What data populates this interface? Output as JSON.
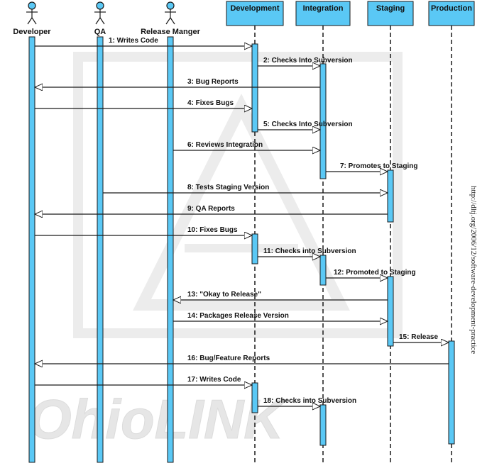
{
  "actors": [
    {
      "id": "developer",
      "label": "Developer"
    },
    {
      "id": "qa",
      "label": "QA"
    },
    {
      "id": "release_manager",
      "label": "Release Manger"
    }
  ],
  "environments": [
    {
      "id": "development",
      "label": "Development"
    },
    {
      "id": "integration",
      "label": "Integration"
    },
    {
      "id": "staging",
      "label": "Staging"
    },
    {
      "id": "production",
      "label": "Production"
    }
  ],
  "messages": [
    {
      "label": "1: Writes Code",
      "from": "developer",
      "to": "development"
    },
    {
      "label": "2: Checks Into Subversion",
      "from": "development",
      "to": "integration"
    },
    {
      "label": "3: Bug Reports",
      "from": "integration",
      "to": "developer"
    },
    {
      "label": "4: Fixes Bugs",
      "from": "developer",
      "to": "development"
    },
    {
      "label": "5: Checks Into Subversion",
      "from": "development",
      "to": "integration"
    },
    {
      "label": "6: Reviews Integration",
      "from": "release_manager",
      "to": "integration"
    },
    {
      "label": "7: Promotes to Staging",
      "from": "integration",
      "to": "staging"
    },
    {
      "label": "8: Tests Staging Version",
      "from": "qa",
      "to": "staging"
    },
    {
      "label": "9: QA Reports",
      "from": "staging",
      "to": "developer"
    },
    {
      "label": "10: Fixes Bugs",
      "from": "developer",
      "to": "development"
    },
    {
      "label": "11: Checks into Subversion",
      "from": "development",
      "to": "integration"
    },
    {
      "label": "12: Promoted to Staging",
      "from": "integration",
      "to": "staging"
    },
    {
      "label": "13: \"Okay to Release\"",
      "from": "staging",
      "to": "release_manager"
    },
    {
      "label": "14: Packages Release Version",
      "from": "release_manager",
      "to": "staging"
    },
    {
      "label": "15: Release",
      "from": "staging",
      "to": "production"
    },
    {
      "label": "16: Bug/Feature Reports",
      "from": "production",
      "to": "developer"
    },
    {
      "label": "17: Writes Code",
      "from": "developer",
      "to": "development"
    },
    {
      "label": "18: Checks into Subversion",
      "from": "development",
      "to": "integration"
    }
  ],
  "watermark": {
    "text": "OhioLINK"
  },
  "side_url": "http://dltj.org/2006/12/software-development-practice",
  "colors": {
    "lifeline_fill": "#5ac8f5",
    "lifeline_stroke": "#1a1a1a",
    "header_fill": "#5ac8f5",
    "watermark": "#e8e8e8"
  }
}
